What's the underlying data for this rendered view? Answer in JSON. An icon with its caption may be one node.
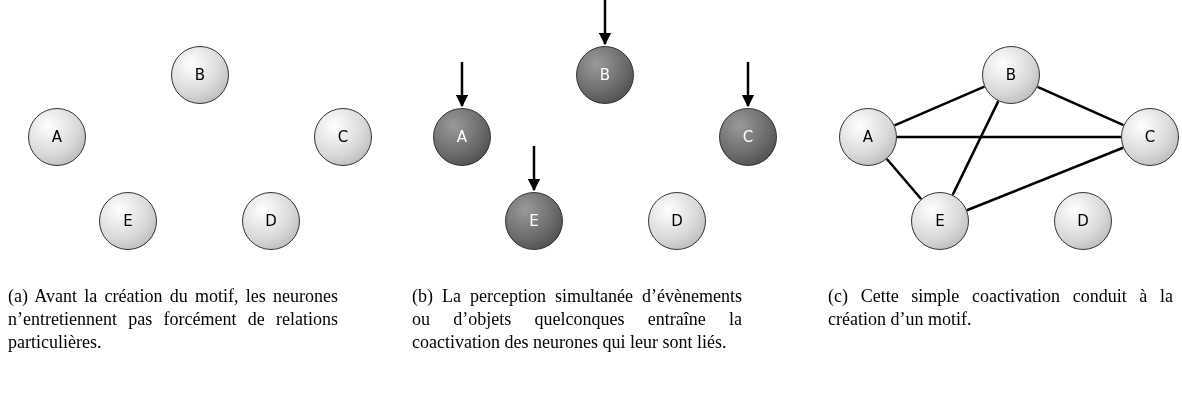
{
  "diagram": {
    "nodes": [
      {
        "text": [
          "B"
        ]
      },
      {
        "text": [
          "A"
        ]
      },
      {
        "text": [
          "C"
        ]
      },
      {
        "text": [
          "E"
        ]
      },
      {
        "text": [
          "D"
        ]
      },
      {
        "text": [
          "B"
        ]
      },
      {
        "text": [
          "A"
        ]
      },
      {
        "text": [
          "C"
        ]
      },
      {
        "text": [
          "E"
        ]
      },
      {
        "text": [
          "D"
        ]
      },
      {
        "text": [
          "B"
        ]
      },
      {
        "text": [
          "A"
        ]
      },
      {
        "text": [
          "C"
        ]
      },
      {
        "text": [
          "E"
        ]
      },
      {
        "text": [
          "D"
        ]
      }
    ],
    "edges": [
      {
        "from": null,
        "to": 6,
        "arrow": "to"
      },
      {
        "from": null,
        "to": 5,
        "arrow": "to"
      },
      {
        "from": null,
        "to": 7,
        "arrow": "to"
      },
      {
        "from": null,
        "to": 8,
        "arrow": "to"
      },
      {
        "from": 11,
        "to": 10,
        "arrow": "none"
      },
      {
        "from": 11,
        "to": 12,
        "arrow": "none"
      },
      {
        "from": 11,
        "to": 13,
        "arrow": "none"
      },
      {
        "from": 10,
        "to": 12,
        "arrow": "none"
      },
      {
        "from": 10,
        "to": 13,
        "arrow": "none"
      },
      {
        "from": 13,
        "to": 12,
        "arrow": "none"
      }
    ],
    "labels": [
      "(a) Avant la création du motif, les neurones n’entretiennent pas forcément de relations particulières.",
      "(b) La perception simultanée d’évènements ou d’objets quelconques entraîne la coactivation des neurones qui leur sont liés.",
      "(c) Cette simple coactivation conduit à la création d’un motif."
    ]
  }
}
